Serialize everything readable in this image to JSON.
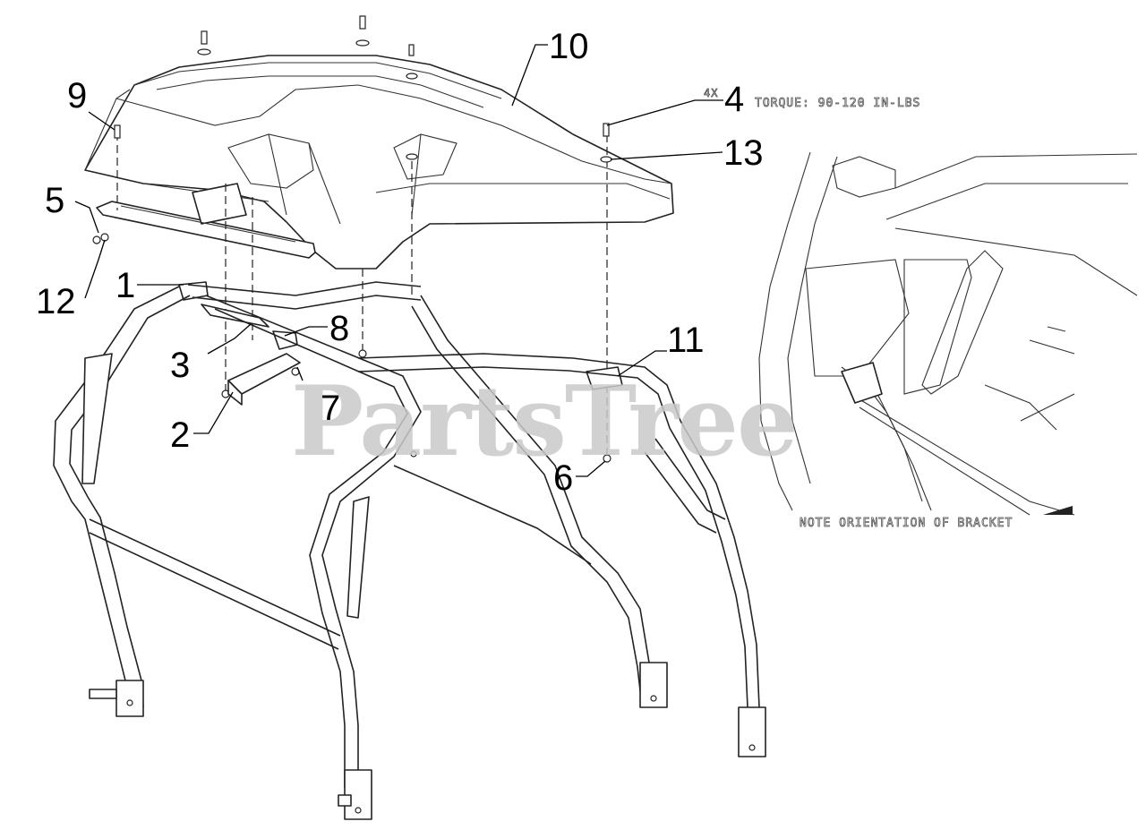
{
  "watermark": "PartsTree",
  "callouts": {
    "c1": "1",
    "c2": "2",
    "c3": "3",
    "c4": "4",
    "c5": "5",
    "c6": "6",
    "c7": "7",
    "c8": "8",
    "c9": "9",
    "c10": "10",
    "c11": "11",
    "c12": "12",
    "c13": "13"
  },
  "notes": {
    "qty": "4X",
    "torque": "TORQUE: 90-120 IN-LBS",
    "orientation": "NOTE ORIENTATION OF BRACKET"
  },
  "colors": {
    "line": "#222222",
    "watermark": "#c9c9c9",
    "background": "#ffffff"
  }
}
